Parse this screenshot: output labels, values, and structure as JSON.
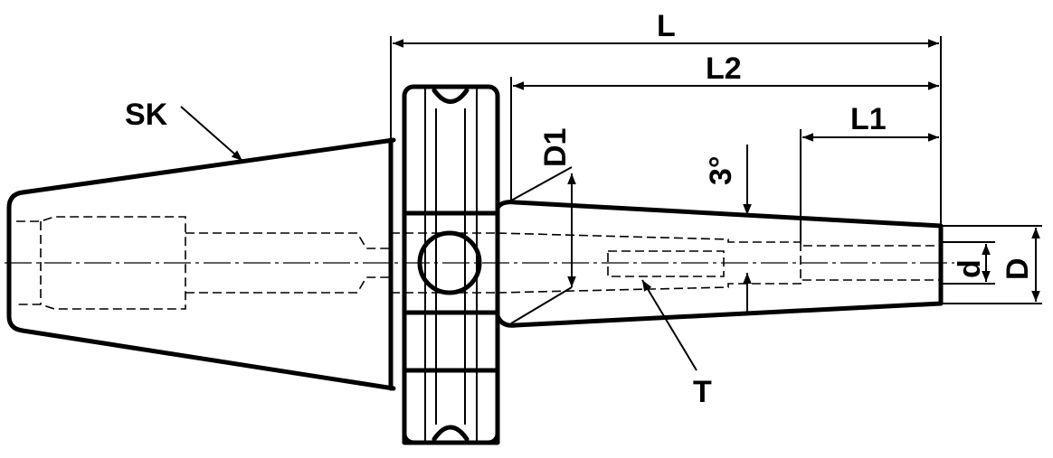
{
  "labels": {
    "L": "L",
    "L2": "L2",
    "L1": "L1",
    "SK": "SK",
    "D1": "D1",
    "angle": "3°",
    "d": "d",
    "D": "D",
    "T": "T"
  },
  "colors": {
    "line": "#000000",
    "background": "#ffffff"
  }
}
